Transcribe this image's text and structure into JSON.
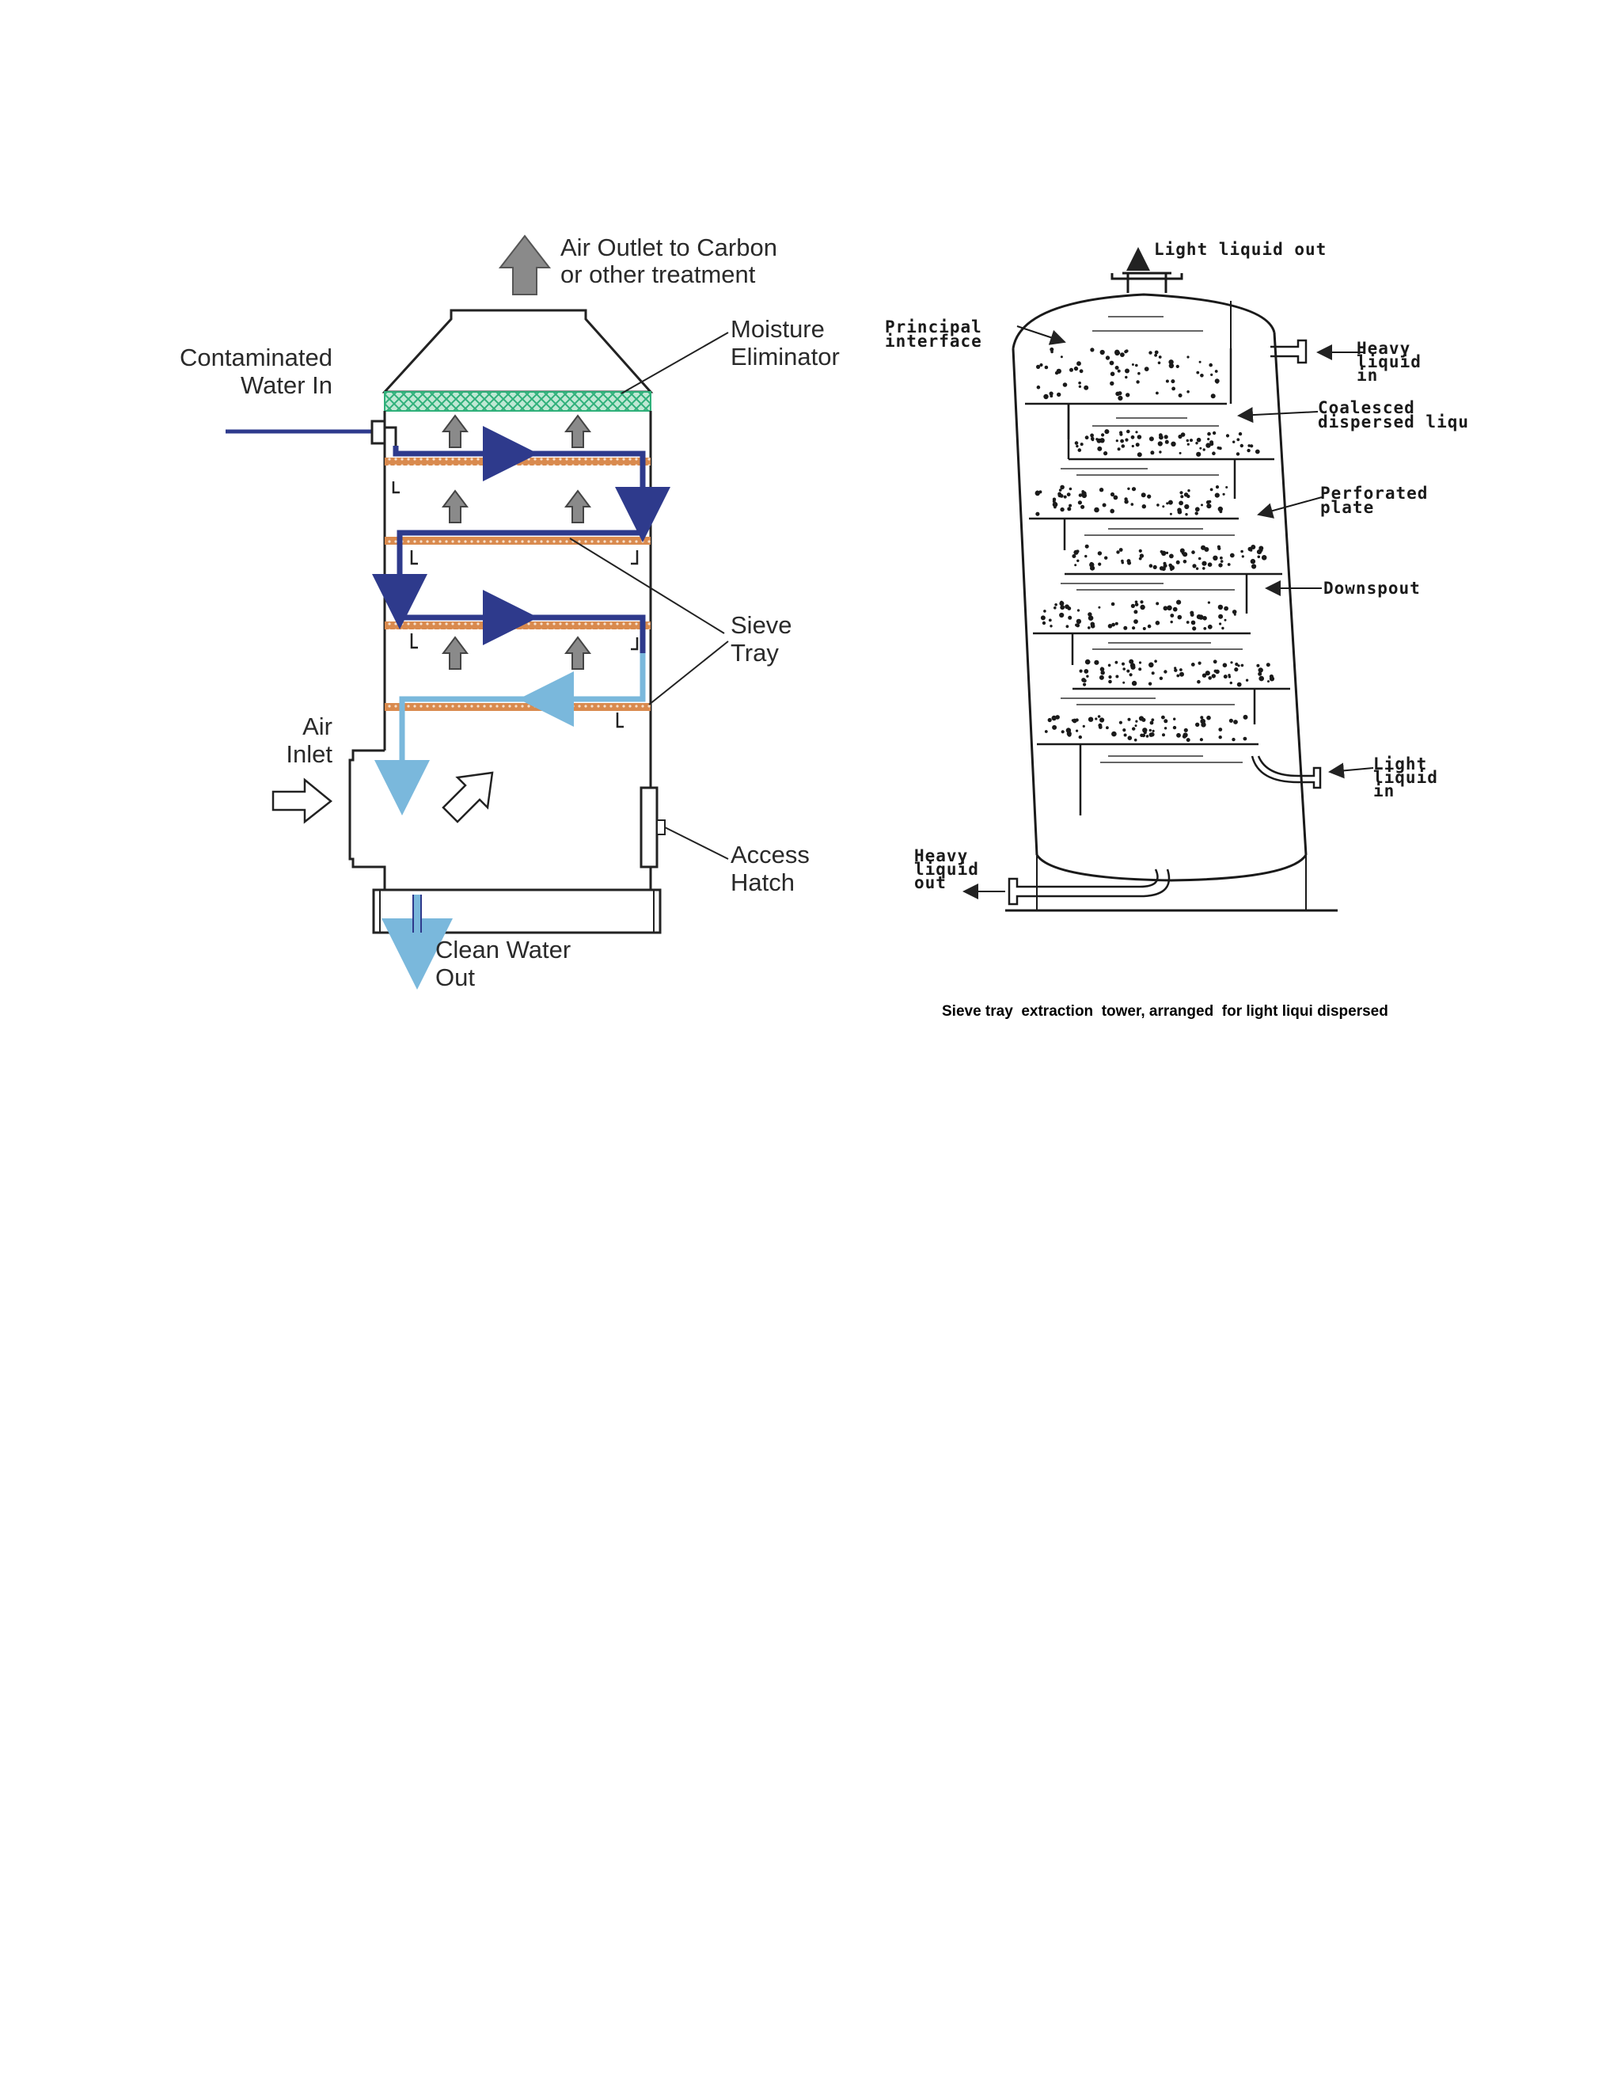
{
  "scrubber": {
    "air_outlet_line1": "Air Outlet to Carbon",
    "air_outlet_line2": "or other treatment",
    "moisture_line1": "Moisture",
    "moisture_line2": "Eliminator",
    "contaminated_line1": "Contaminated",
    "contaminated_line2": "Water In",
    "sieve_line1": "Sieve",
    "sieve_line2": "Tray",
    "air_inlet_line1": "Air",
    "air_inlet_line2": "Inlet",
    "access_line1": "Access",
    "access_line2": "Hatch",
    "clean_line1": "Clean Water",
    "clean_line2": "Out",
    "colors": {
      "dark_water": "#2e3a8c",
      "light_water": "#7ab8dc",
      "tray": "#d98a4e",
      "eliminator": "#2fb07a",
      "air_arrow": "#808080"
    }
  },
  "extraction_tower": {
    "light_out": "Light liquid out",
    "principal_line1": "Principal",
    "principal_line2": "interface",
    "heavy_in_line1": "Heavy",
    "heavy_in_line2": "liquid",
    "heavy_in_line3": "in",
    "coalesced_line1": "Coalesced",
    "coalesced_line2": "dispersed liqu",
    "perforated_line1": "Perforated",
    "perforated_line2": "plate",
    "downspout": "Downspout",
    "light_in_line1": "Light",
    "light_in_line2": "liquid",
    "light_in_line3": "in",
    "heavy_out_line1": "Heavy",
    "heavy_out_line2": "liquid",
    "heavy_out_line3": "out"
  },
  "caption": "Sieve tray  extraction  tower, arranged  for light liqui dispersed"
}
